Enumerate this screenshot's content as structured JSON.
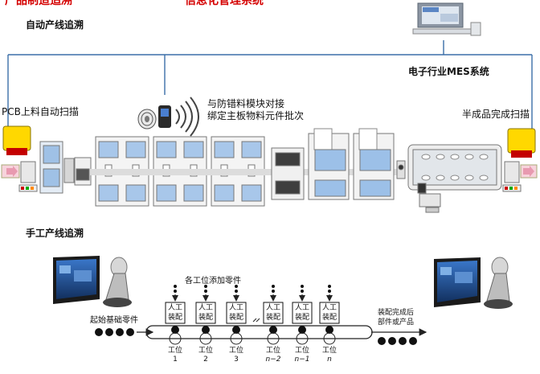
{
  "header": {
    "partial_left": "产品制造追溯",
    "partial_right": "信息化管理系统"
  },
  "auto_line": {
    "title": "自动产线追溯",
    "mes_label": "电子行业MES系统",
    "pcb_scan_label": "PCB上料自动扫描",
    "rfid_note_line1": "与防错料模块对接",
    "rfid_note_line2": "绑定主板物料元件批次",
    "semi_finished_label": "半成品完成扫描"
  },
  "manual_line": {
    "title": "手工产线追溯",
    "add_parts_label": "各工位添加零件",
    "start_label": "起始基础零件",
    "end_label_line1": "装配完成后",
    "end_label_line2": "部件或产品",
    "station_prefix": "工位",
    "manual_assembly_line1": "人工",
    "manual_assembly_line2": "装配",
    "stations": [
      "1",
      "2",
      "3",
      "n−2",
      "n−1",
      "n"
    ]
  }
}
